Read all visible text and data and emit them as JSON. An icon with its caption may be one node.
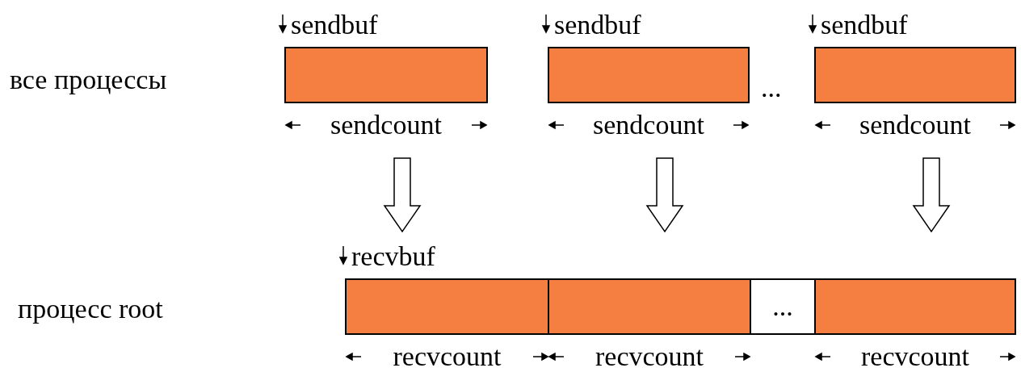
{
  "diagram": {
    "nodes": [
      {
        "text": [],
        "shape": "box",
        "beside": [
          "sendbuf",
          "sendcount"
        ]
      },
      {
        "text": [],
        "shape": "box",
        "beside": [
          "sendbuf",
          "sendcount"
        ]
      },
      {
        "text": [],
        "shape": "box",
        "beside": [
          "sendbuf",
          "sendcount"
        ]
      },
      {
        "text": [],
        "shape": "box",
        "beside": [
          "recvbuf",
          "recvcount"
        ]
      },
      {
        "text": [],
        "shape": "box",
        "beside": [
          "recvcount"
        ]
      },
      {
        "text": [
          "..."
        ]
      },
      {
        "text": [],
        "shape": "box",
        "beside": [
          "recvcount"
        ]
      }
    ],
    "edges": [
      {
        "from": 0,
        "to": 3,
        "arrow": "to"
      },
      {
        "from": 1,
        "to": 4,
        "arrow": "to"
      },
      {
        "from": 2,
        "to": 6,
        "arrow": "to"
      }
    ],
    "labels": [
      "все процессы",
      "...",
      "процесс root"
    ]
  }
}
